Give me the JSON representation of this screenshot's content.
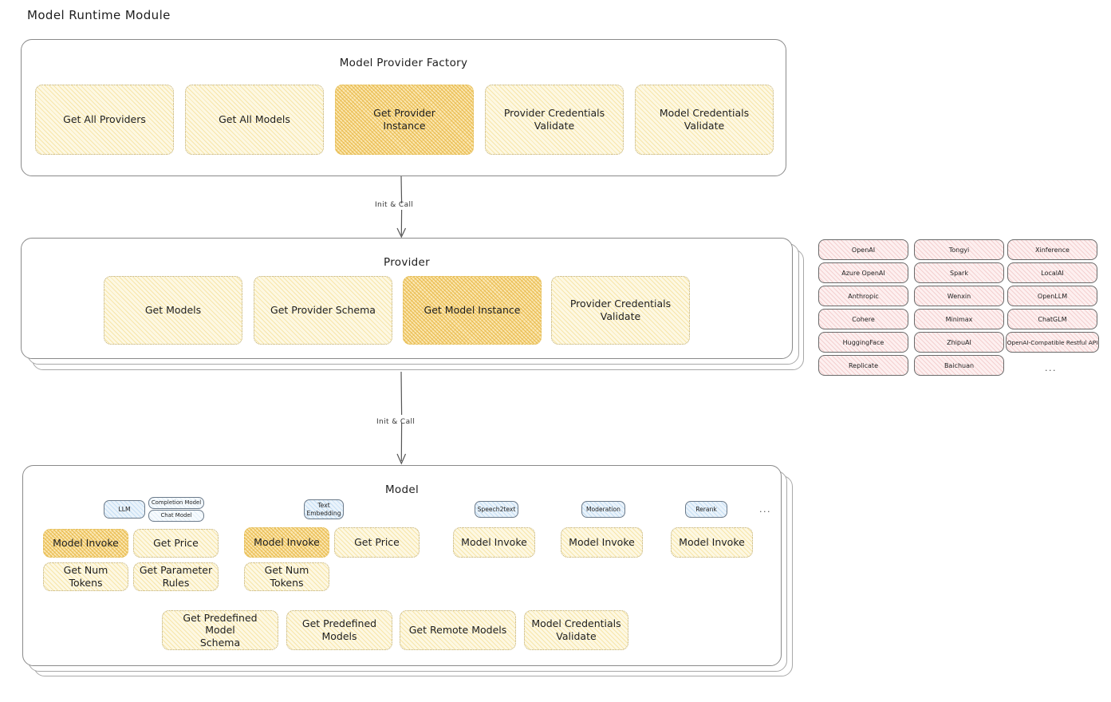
{
  "page": {
    "title": "Model Runtime Module"
  },
  "colors": {
    "box_fill": "#fdf8e3",
    "box_hatch": "#f2d57a",
    "box_highlight_fill": "#fbe8b4",
    "box_border": "#bfae7a",
    "chip_fill": "#fdf0f0",
    "chip_hatch": "#e8a8a8",
    "badge_fill": "#eaf3fb",
    "badge_hatch": "#a0c8eb",
    "panel_border": "#8a8a8a",
    "text": "#1e1e1e"
  },
  "factory": {
    "heading": "Model Provider Factory",
    "methods": [
      {
        "label": "Get All Providers",
        "highlight": false
      },
      {
        "label": "Get All Models",
        "highlight": false
      },
      {
        "label": "Get Provider\nInstance",
        "highlight": true
      },
      {
        "label": "Provider Credentials\nValidate",
        "highlight": false
      },
      {
        "label": "Model Credentials\nValidate",
        "highlight": false
      }
    ]
  },
  "arrows": [
    {
      "label": "Init & Call",
      "from": "Model Provider Factory",
      "to": "Provider"
    },
    {
      "label": "Init & Call",
      "from": "Provider",
      "to": "Model"
    }
  ],
  "provider": {
    "heading": "Provider",
    "stacked_copies": 3,
    "methods": [
      {
        "label": "Get Models",
        "highlight": false
      },
      {
        "label": "Get Provider Schema",
        "highlight": false
      },
      {
        "label": "Get Model Instance",
        "highlight": true
      },
      {
        "label": "Provider Credentials\nValidate",
        "highlight": false
      }
    ]
  },
  "provider_list": {
    "columns": [
      [
        "OpenAI",
        "Azure OpenAI",
        "Anthropic",
        "Cohere",
        "HuggingFace",
        "Replicate"
      ],
      [
        "Tongyi",
        "Spark",
        "Wenxin",
        "Minimax",
        "ZhipuAI",
        "Baichuan"
      ],
      [
        "Xinference",
        "LocalAI",
        "OpenLLM",
        "ChatGLM",
        "OpenAI-Compatible Restful API"
      ]
    ],
    "more_indicator": "..."
  },
  "model": {
    "heading": "Model",
    "stacked_copies": 3,
    "more_indicator": "...",
    "types": [
      {
        "badge": "LLM",
        "sub_badges": [
          "Completion Model",
          "Chat Model"
        ],
        "methods": [
          {
            "label": "Model Invoke",
            "highlight": true
          },
          {
            "label": "Get Price",
            "highlight": false
          },
          {
            "label": "Get Num Tokens",
            "highlight": false
          },
          {
            "label": "Get Parameter\nRules",
            "highlight": false
          }
        ]
      },
      {
        "badge": "Text\nEmbedding",
        "sub_badges": [],
        "methods": [
          {
            "label": "Model Invoke",
            "highlight": true
          },
          {
            "label": "Get Price",
            "highlight": false
          },
          {
            "label": "Get Num Tokens",
            "highlight": false
          }
        ]
      },
      {
        "badge": "Speech2text",
        "sub_badges": [],
        "methods": [
          {
            "label": "Model Invoke",
            "highlight": false
          }
        ]
      },
      {
        "badge": "Moderation",
        "sub_badges": [],
        "methods": [
          {
            "label": "Model Invoke",
            "highlight": false
          }
        ]
      },
      {
        "badge": "Rerank",
        "sub_badges": [],
        "methods": [
          {
            "label": "Model Invoke",
            "highlight": false
          }
        ]
      }
    ],
    "shared_methods": [
      {
        "label": "Get Predefined Model\nSchema",
        "highlight": false
      },
      {
        "label": "Get Predefined\nModels",
        "highlight": false
      },
      {
        "label": "Get Remote Models",
        "highlight": false
      },
      {
        "label": "Model Credentials\nValidate",
        "highlight": false
      }
    ]
  }
}
